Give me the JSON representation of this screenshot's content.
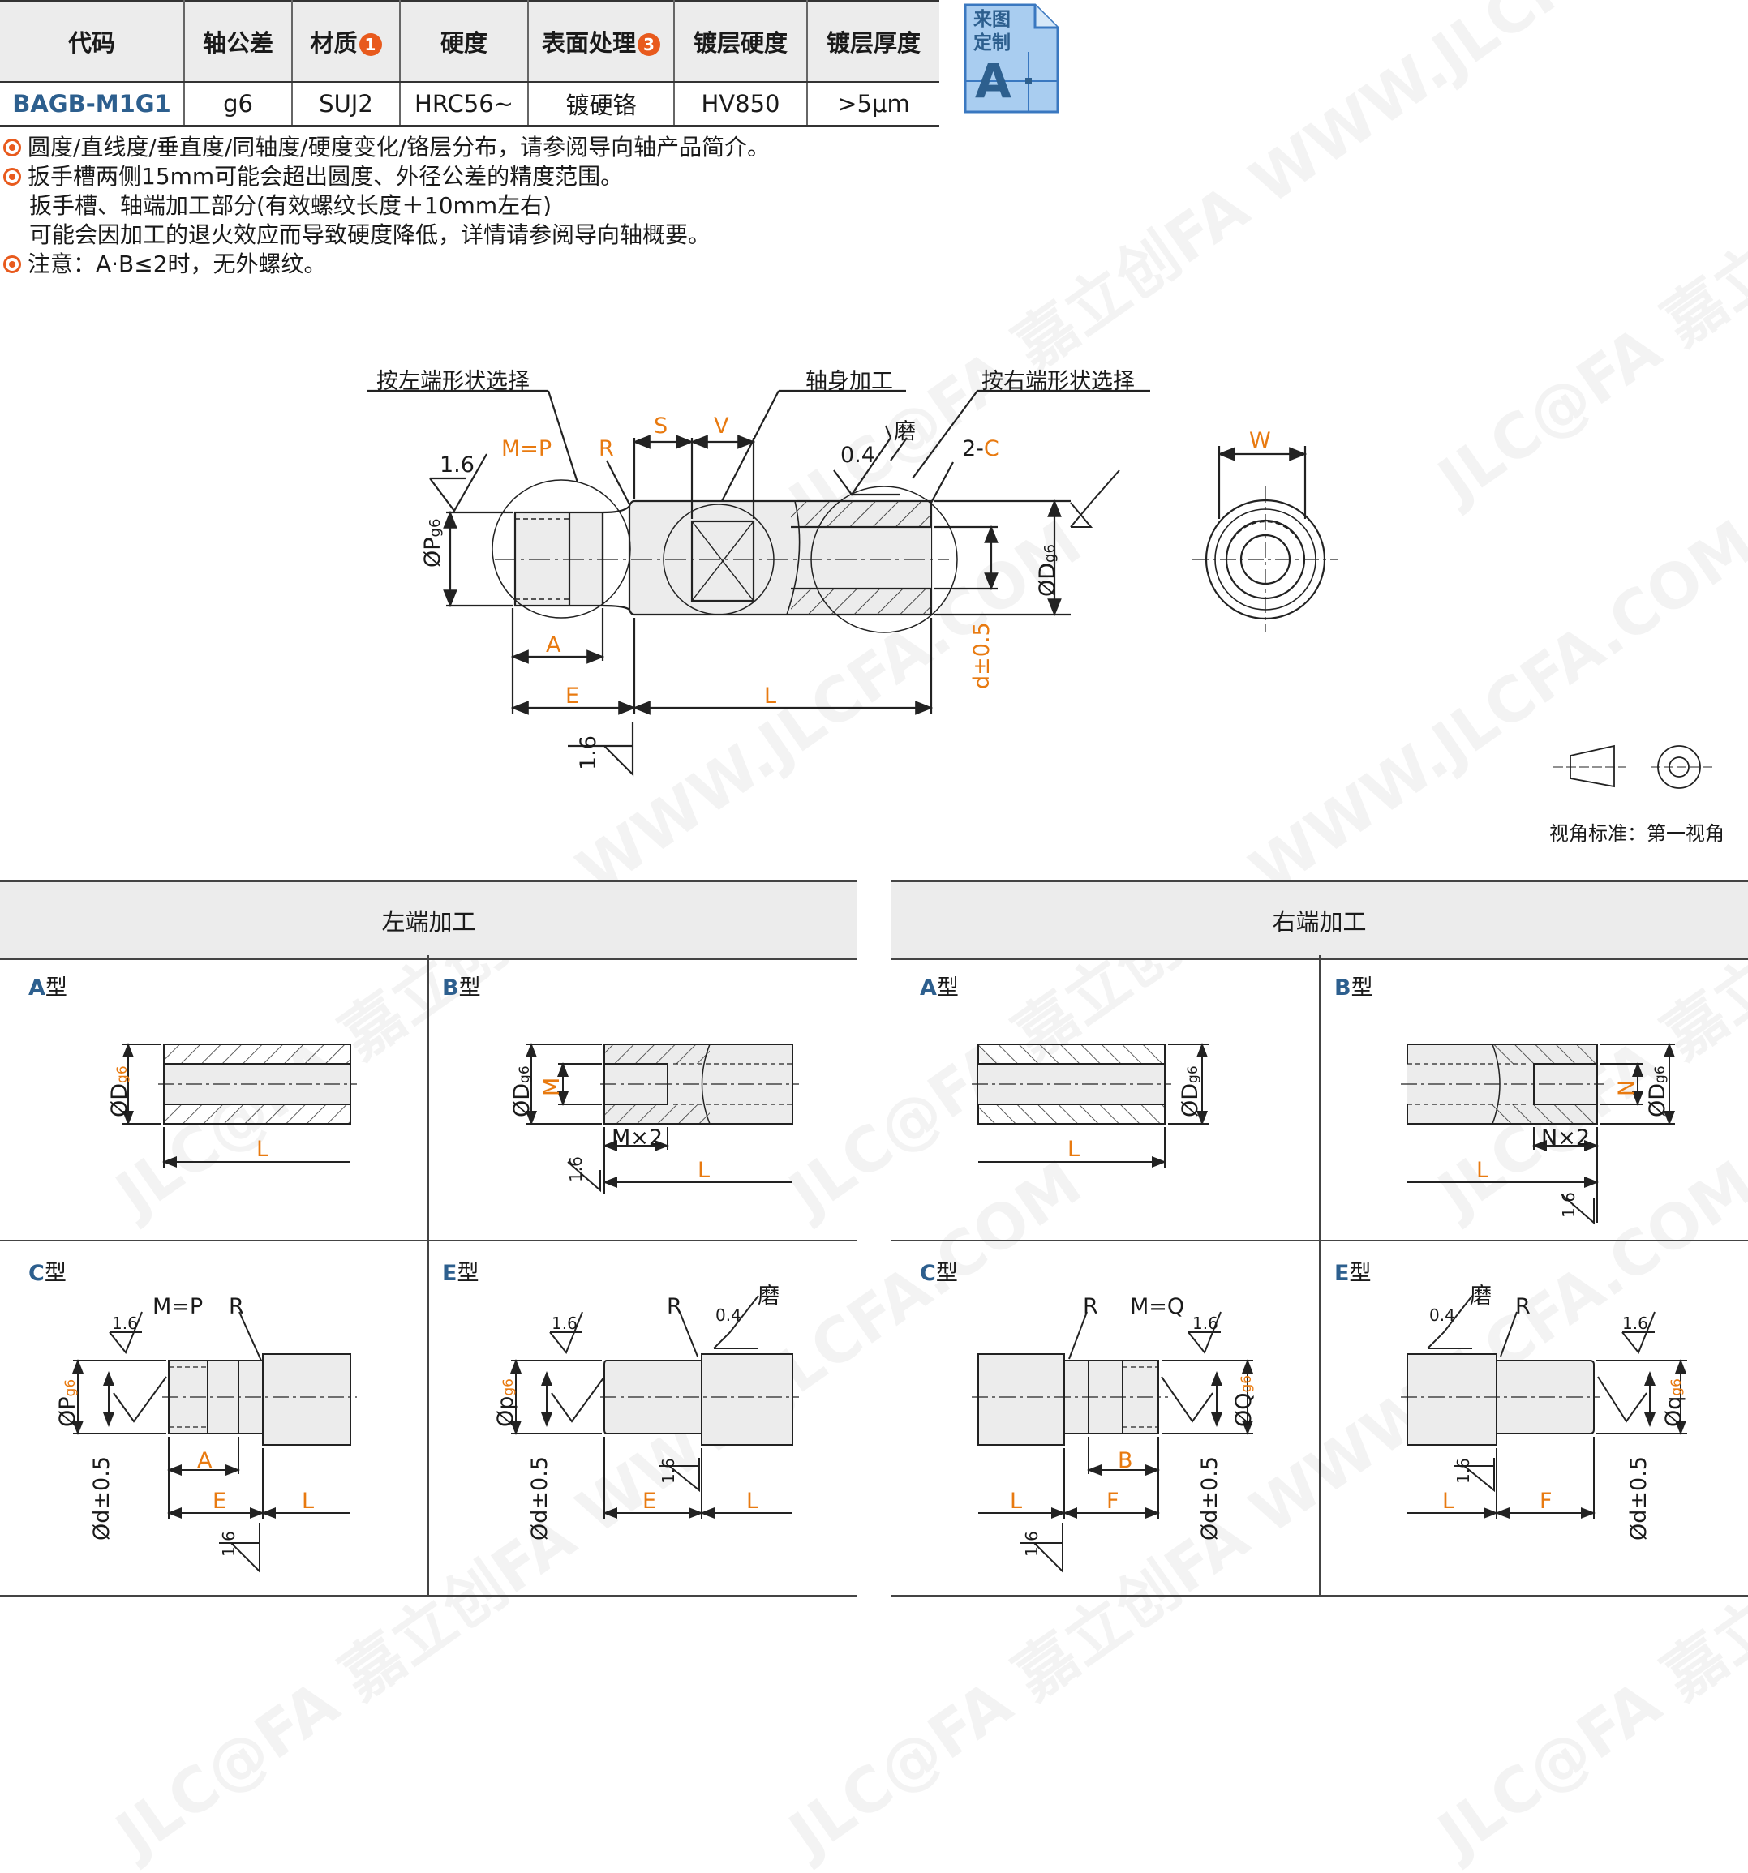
{
  "table": {
    "headers": [
      "代码",
      "轴公差",
      "材质",
      "硬度",
      "表面处理",
      "镀层硬度",
      "镀层厚度"
    ],
    "header_marks": {
      "material": "1",
      "surface": "3"
    },
    "row": [
      "BAGB-M1G1",
      "g6",
      "SUJ2",
      "HRC56~",
      "镀硬铬",
      "HV850",
      ">5μm"
    ]
  },
  "badge": {
    "line1": "来图",
    "line2": "定制",
    "letter": "A"
  },
  "notes": [
    "圆度/直线度/垂直度/同轴度/硬度变化/铬层分布，请参阅导向轴产品简介。",
    "扳手槽两侧15mm可能会超出圆度、外径公差的精度范围。",
    "扳手槽、轴端加工部分(有效螺纹长度＋10mm左右)",
    "可能会因加工的退火效应而导致硬度降低，详情请参阅导向轴概要。",
    "注意：A·B≤2时，无外螺纹。"
  ],
  "main": {
    "left_select": "按左端形状选择",
    "body_machining": "轴身加工",
    "right_select": "按右端形状选择",
    "mp": "M=P",
    "R": "R",
    "S": "S",
    "V": "V",
    "grind": "磨",
    "rough_04": "0.4",
    "chamfer_prefix": "2-",
    "C": "C",
    "rough_16": "1.6",
    "phiP": "ØP",
    "g6": "g6",
    "A": "A",
    "E": "E",
    "L": "L",
    "phiD": "ØD",
    "dtol": "d±0.5",
    "W": "W"
  },
  "view_std": "视角标准：第一视角",
  "sections": {
    "left": "左端加工",
    "right": "右端加工"
  },
  "types": {
    "A": "A",
    "B": "B",
    "C": "C",
    "E": "E",
    "suffix": "型"
  },
  "sub": {
    "phiD": "ØD",
    "g6": "g6",
    "L": "L",
    "M": "M",
    "Mx2": "M×2",
    "N": "N",
    "Nx2": "N×2",
    "rough": "1.6",
    "mp": "M=P",
    "mq": "M=Q",
    "R": "R",
    "phiP": "ØP",
    "phip": "Øp",
    "phiQ": "ØQ",
    "phiq": "Øq",
    "dtol": "Ød±0.5",
    "A": "A",
    "B": "B",
    "E": "E",
    "F": "F",
    "rough04": "0.4",
    "grind": "磨"
  },
  "watermark": "JLC@FA 嘉立创FA WWW.JLCFA.COM",
  "colors": {
    "accent": "#e87a10",
    "brand": "#2d5f8e",
    "mark": "#e85a1d"
  }
}
